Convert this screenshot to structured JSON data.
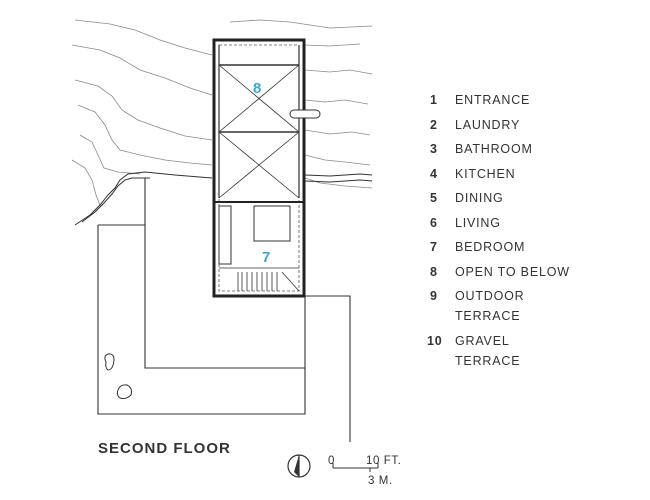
{
  "plan": {
    "title": "SECOND FLOOR",
    "room_labels": {
      "open_to_below": "8",
      "bedroom": "7"
    }
  },
  "legend": {
    "items": [
      {
        "number": "1",
        "label": "ENTRANCE"
      },
      {
        "number": "2",
        "label": "LAUNDRY"
      },
      {
        "number": "3",
        "label": "BATHROOM"
      },
      {
        "number": "4",
        "label": "KITCHEN"
      },
      {
        "number": "5",
        "label": "DINING"
      },
      {
        "number": "6",
        "label": "LIVING"
      },
      {
        "number": "7",
        "label": "BEDROOM"
      },
      {
        "number": "8",
        "label": "OPEN TO BELOW"
      },
      {
        "number": "9",
        "label": "OUTDOOR\nTERRACE"
      },
      {
        "number": "10",
        "label": "GRAVEL\nTERRACE"
      }
    ]
  },
  "scale_bar": {
    "zero": "0",
    "feet": "10 FT.",
    "meters": "3 M."
  },
  "colors": {
    "room_number": "#3aa6d6",
    "linework": "#333333",
    "contour": "#8a8a8a"
  }
}
